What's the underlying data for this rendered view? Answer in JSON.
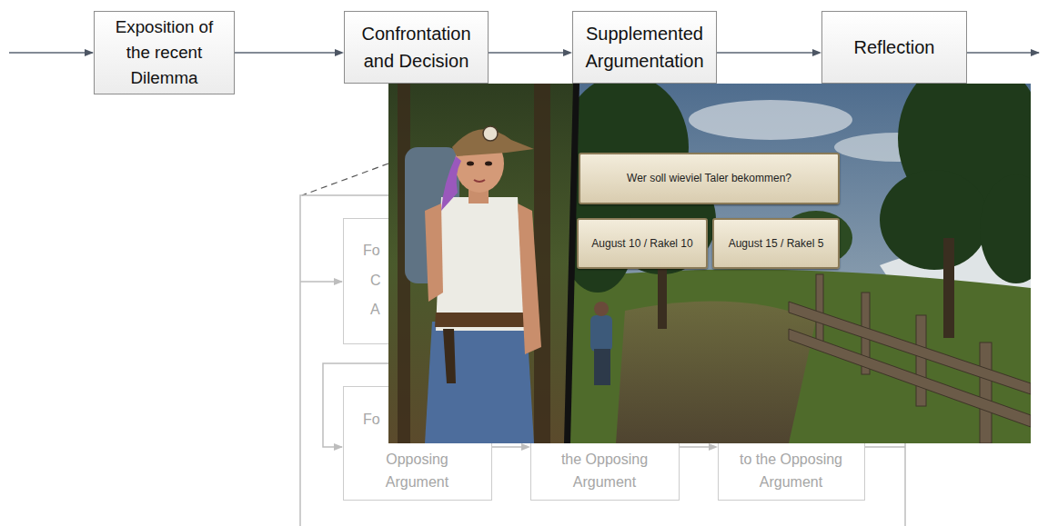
{
  "diagram": {
    "nodes": [
      {
        "text": [
          "Exposition of the recent Dilemma"
        ]
      },
      {
        "text": [
          "Confrontation and Decision"
        ]
      },
      {
        "text": [
          "Supplemented Argumentation"
        ]
      },
      {
        "text": [
          "Reflection"
        ]
      },
      {
        "text": [
          "Wer soll wieviel Taler bekommen?"
        ]
      },
      {
        "text": [
          "August 10 / Rakel 10"
        ]
      },
      {
        "text": [
          "August 15 / Rakel 5"
        ]
      },
      {
        "text": [
          "Fo",
          "C",
          "A"
        ]
      },
      {
        "text": [
          "Fo",
          "Opposing Argument"
        ]
      },
      {
        "text": [
          "the Opposing Argument"
        ]
      },
      {
        "text": [
          "to the Opposing Argument"
        ]
      }
    ],
    "edges": [
      {
        "from": 0,
        "to": 1,
        "arrow": "to"
      },
      {
        "from": 1,
        "to": 2,
        "arrow": "to"
      },
      {
        "from": 2,
        "to": 3,
        "arrow": "to"
      },
      {
        "from": 8,
        "to": 9,
        "arrow": "to"
      },
      {
        "from": 9,
        "to": 10,
        "arrow": "to"
      }
    ]
  }
}
